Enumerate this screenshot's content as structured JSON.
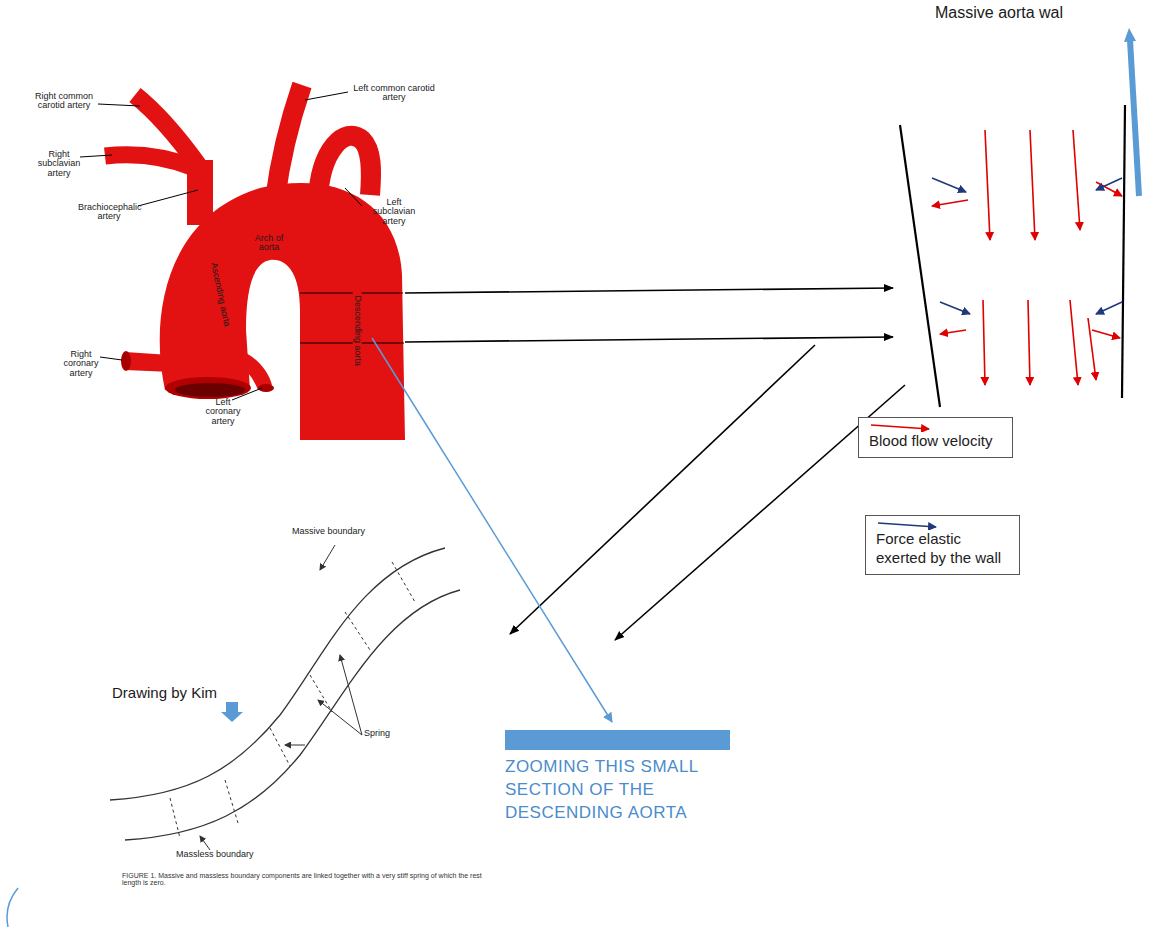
{
  "diagram": {
    "labels": [
      "Right common carotid artery",
      "Left common carotid artery",
      "Right subclavian artery",
      "Left subclavian artery",
      "Brachiocephalic artery",
      "Arch of aorta",
      "Ascending aorta",
      "Descending aorta",
      "Right coronary artery",
      "Left coronary artery",
      "Massive aorta wal",
      "Massive boundary",
      "Spring",
      "Massless boundary",
      "FIGURE 1. Massive and massless boundary components are linked together with a very stiff spring of which the rest length is zero.",
      "Drawing by Kim",
      "ZOOMING THIS SMALL SECTION OF THE DESCENDING AORTA"
    ],
    "legend": [
      {
        "text": "Blood flow velocity"
      },
      {
        "text": "Force elastic exerted by the wall"
      }
    ]
  }
}
